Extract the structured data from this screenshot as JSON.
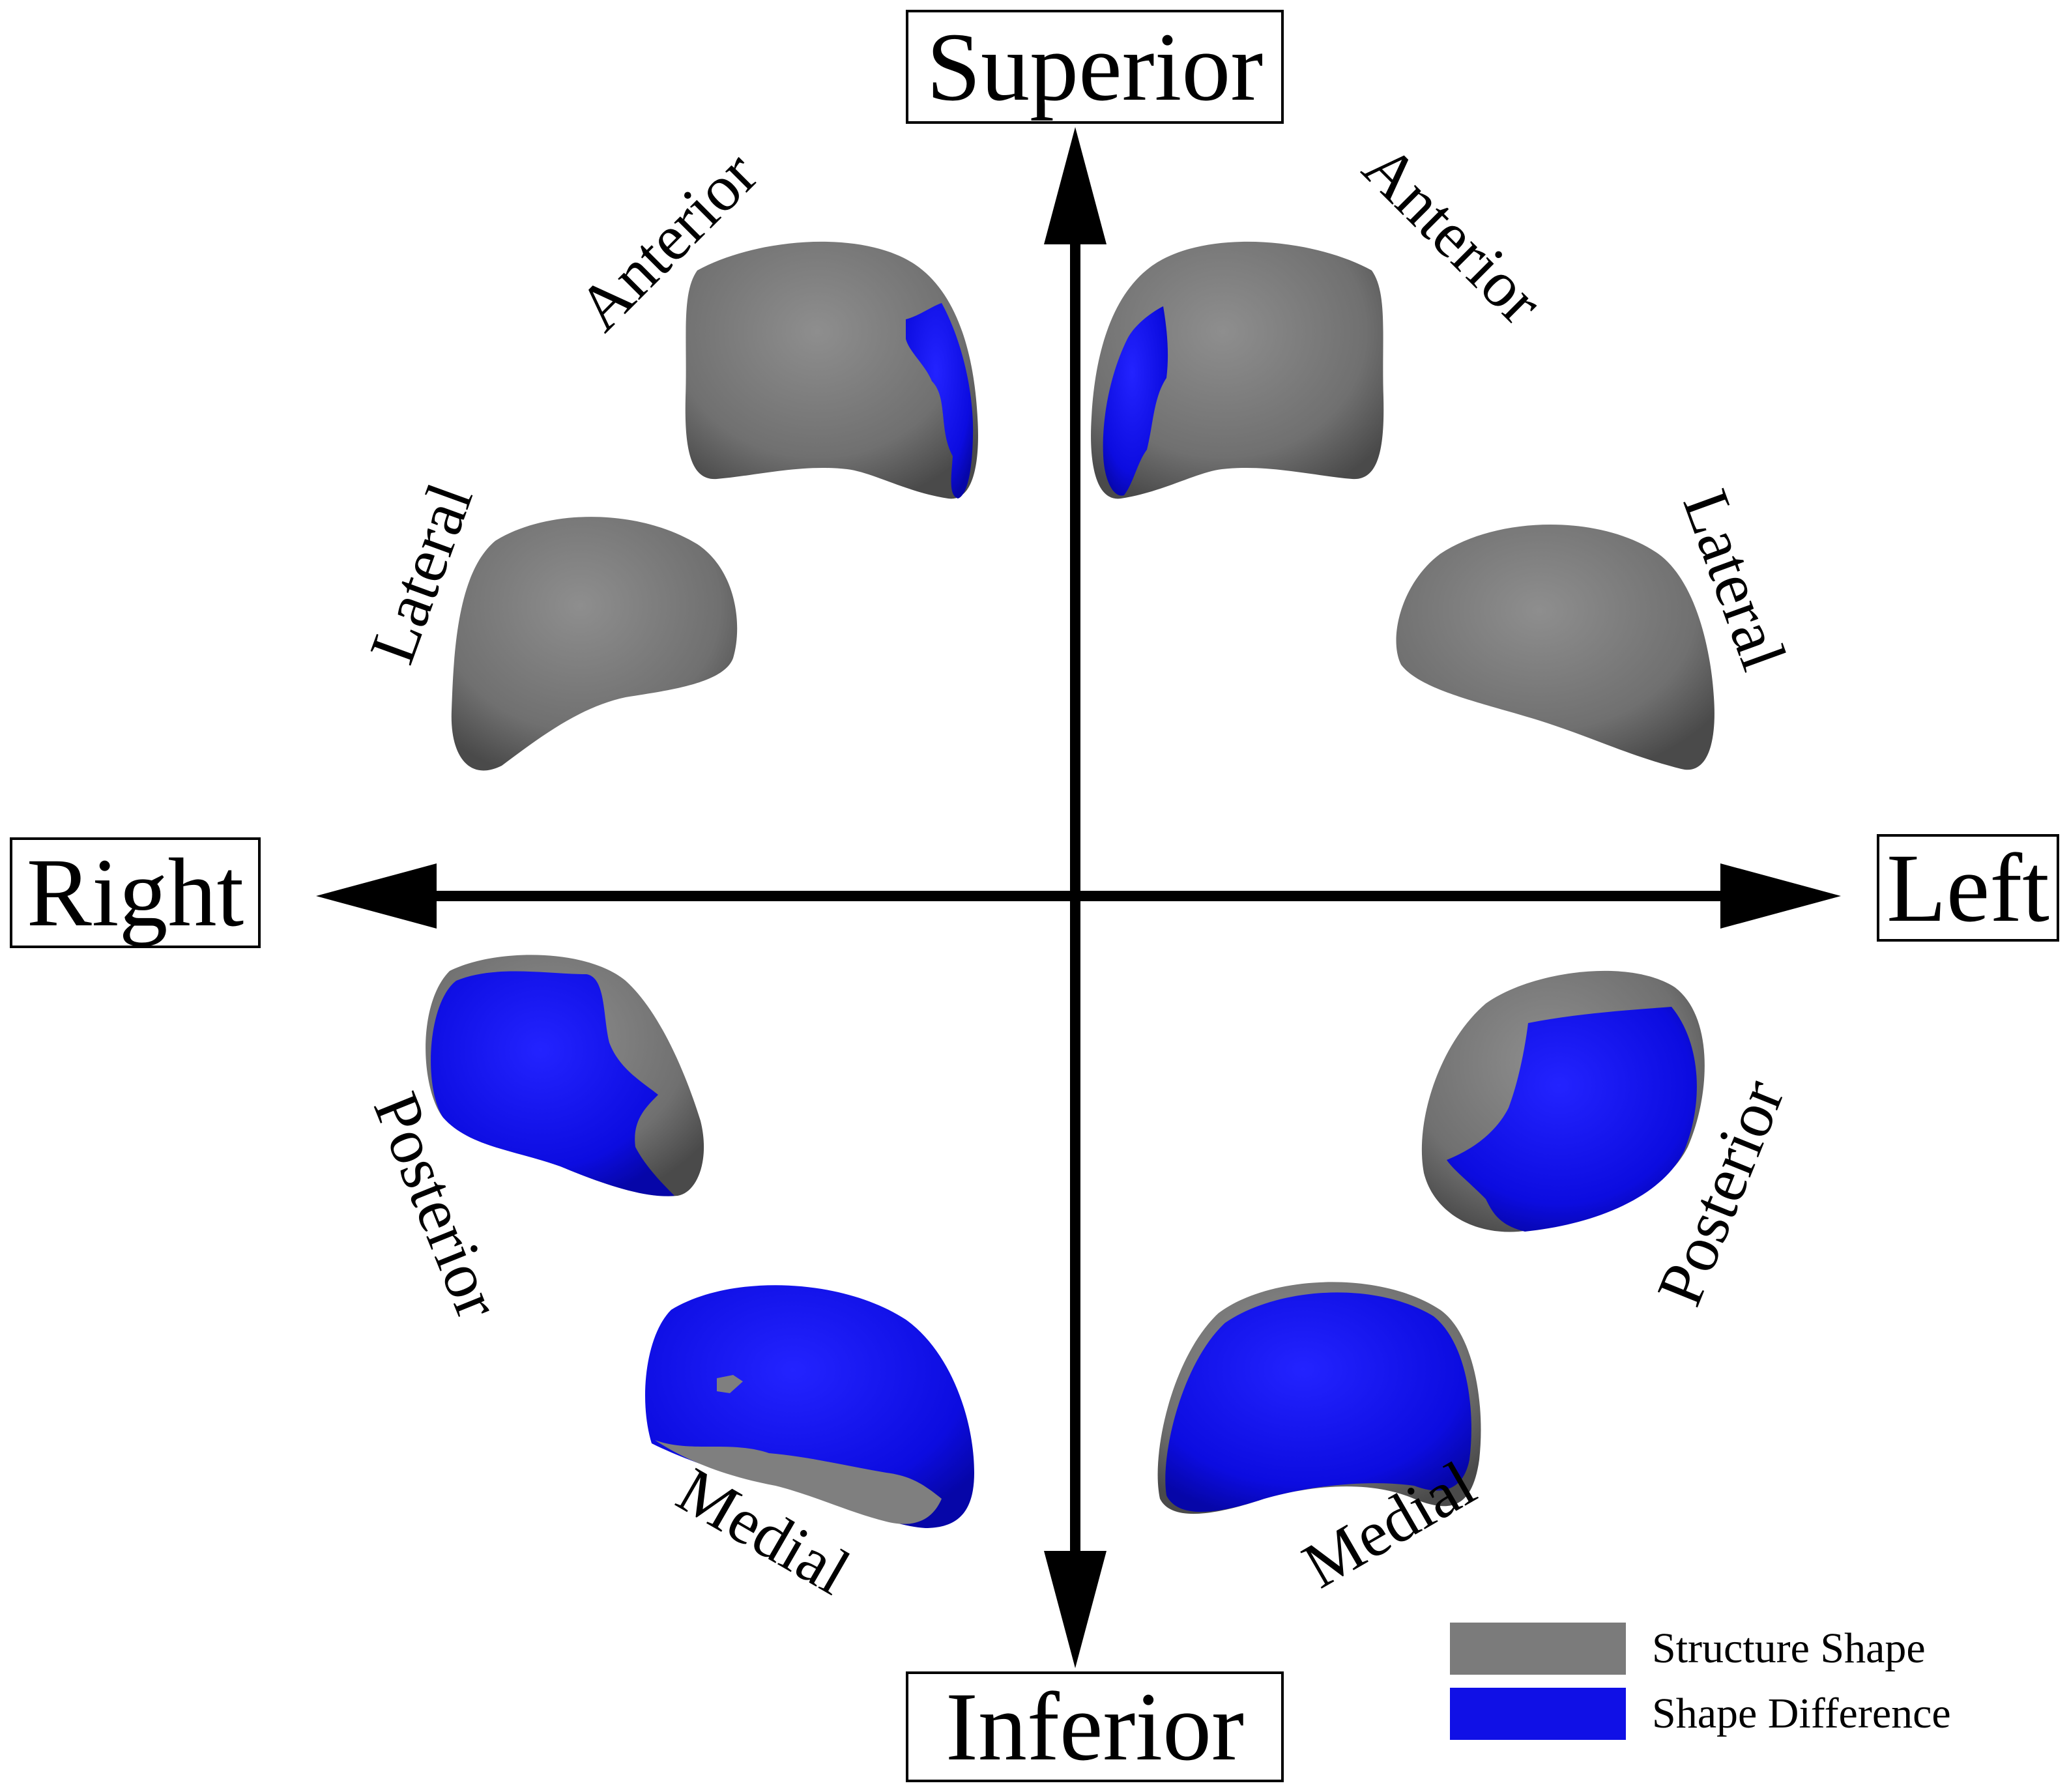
{
  "directions": {
    "superior": "Superior",
    "inferior": "Inferior",
    "right": "Right",
    "left": "Left"
  },
  "views": {
    "right_anterior": "Anterior",
    "right_lateral": "Lateral",
    "right_posterior": "Posterior",
    "right_medial": "Medial",
    "left_anterior": "Anterior",
    "left_lateral": "Lateral",
    "left_posterior": "Posterior",
    "left_medial": "Medial"
  },
  "legend": {
    "structure_label": "Structure Shape",
    "difference_label": "Shape Difference"
  },
  "colors": {
    "structure": "#7b7b7b",
    "difference": "#1010e6",
    "axis": "#000000"
  }
}
